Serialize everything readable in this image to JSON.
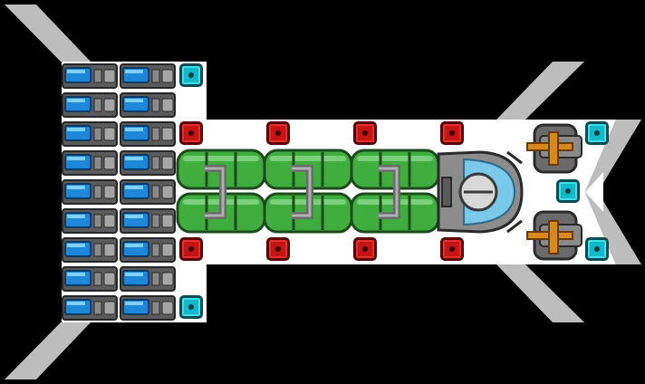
{
  "scene": {
    "background_color": "#000000",
    "hull_color": "#ffffff",
    "wing_color": "#bdbdbd"
  },
  "modules": {
    "battery_cells": {
      "count": 18,
      "columns": 2,
      "rows": 9,
      "cell_color": "#1e88d8",
      "casing_color": "#5a5a5a"
    },
    "fuel_tanks": {
      "count": 6,
      "color": "#3fae3f"
    },
    "cockpit": {
      "glass_color": "#7ac8ea",
      "frame_color": "#7a7a7a"
    },
    "turrets": {
      "count": 2,
      "barrel_color": "#d68a1e"
    },
    "hardpoints": {
      "red_count": 8,
      "cyan_count": 5,
      "red_color": "#c41414",
      "cyan_color": "#10b8c8"
    }
  }
}
